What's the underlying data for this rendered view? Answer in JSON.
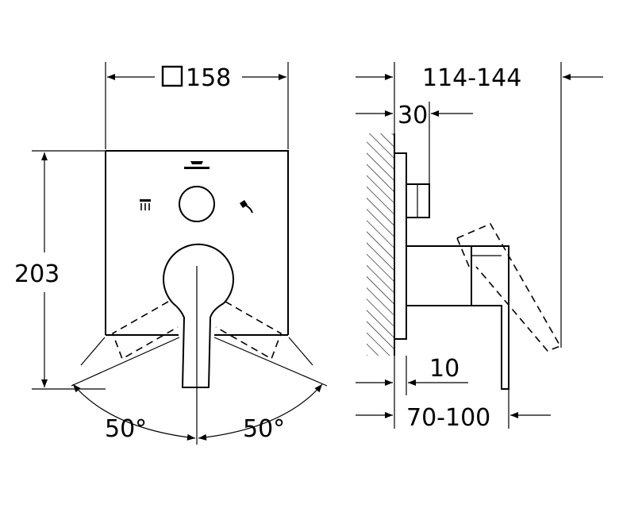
{
  "dimensions": {
    "front_width": "158",
    "front_height": "203",
    "angle_left": "50°",
    "angle_right": "50°",
    "depth_total": "114-144",
    "depth_offset": "30",
    "wall_gap": "10",
    "handle_depth": "70-100"
  },
  "symbols": {
    "square": "square-section-symbol",
    "shower": "shower-head-icon",
    "hand_shower": "hand-shower-icon",
    "logo": "brand-logo-icon"
  },
  "colors": {
    "line": "#000000",
    "background": "#ffffff"
  }
}
